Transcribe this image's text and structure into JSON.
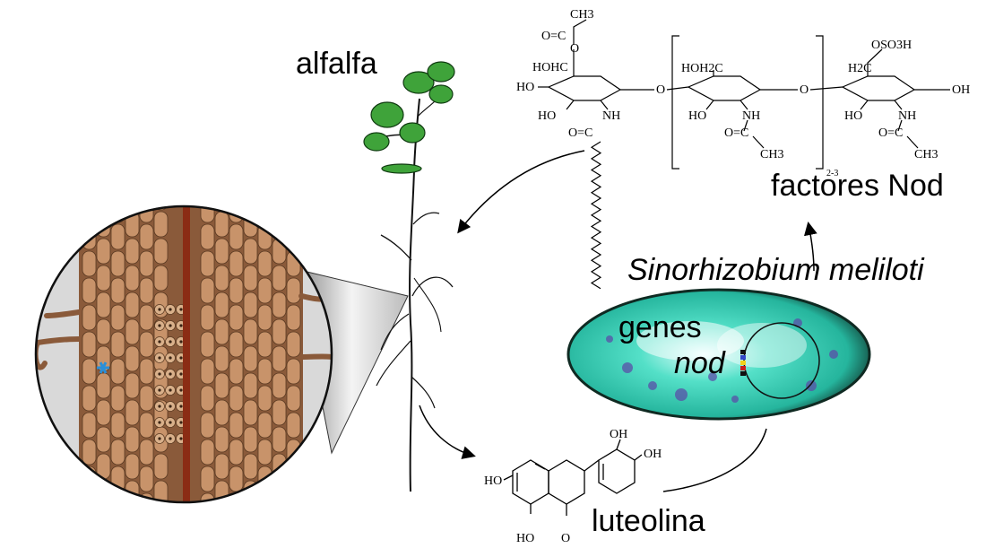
{
  "labels": {
    "plant": "alfalfa",
    "nod_factors": "factores Nod",
    "bacterium": "Sinorhizobium meliloti",
    "genes": "genes",
    "nod": "nod",
    "flavonoid": "luteolina"
  },
  "chem_labels": {
    "ch3_top": "CH3",
    "carbonyl_o_top": "O=C",
    "ring1_o_link": "O",
    "hohc": "HOHC",
    "ho_left": "HO",
    "ho_low": "HO",
    "nh1": "NH",
    "acyl_carbonyl": "O=C",
    "glyco_o_1": "O",
    "hoh2c": "HOH2C",
    "ho_mid": "HO",
    "nh2": "NH",
    "acetyl_o_2": "O=C",
    "ch3_2": "CH3",
    "glyco_o_2": "O",
    "oso3h": "OSO3H",
    "h2c": "H2C",
    "ho_right": "HO",
    "nh3": "NH",
    "oh_end": "OH",
    "acetyl_o_3": "O=C",
    "ch3_3": "CH3",
    "repeat_index": "2-3",
    "lut_ho_left": "HO",
    "lut_oh_top": "OH",
    "lut_oh_right": "OH",
    "lut_ho_bottom": "HO",
    "lut_o_ketone": "O"
  },
  "colors": {
    "root_cell": "#c8936a",
    "root_cell_outline": "#5a3a22",
    "vascular": "#8b2c14",
    "magnifier_bg": "#d9d9d9",
    "leaf": "#3fa33a",
    "bacterium_fill": "#2fd1b6",
    "bacterium_dark": "#0f2a22"
  }
}
